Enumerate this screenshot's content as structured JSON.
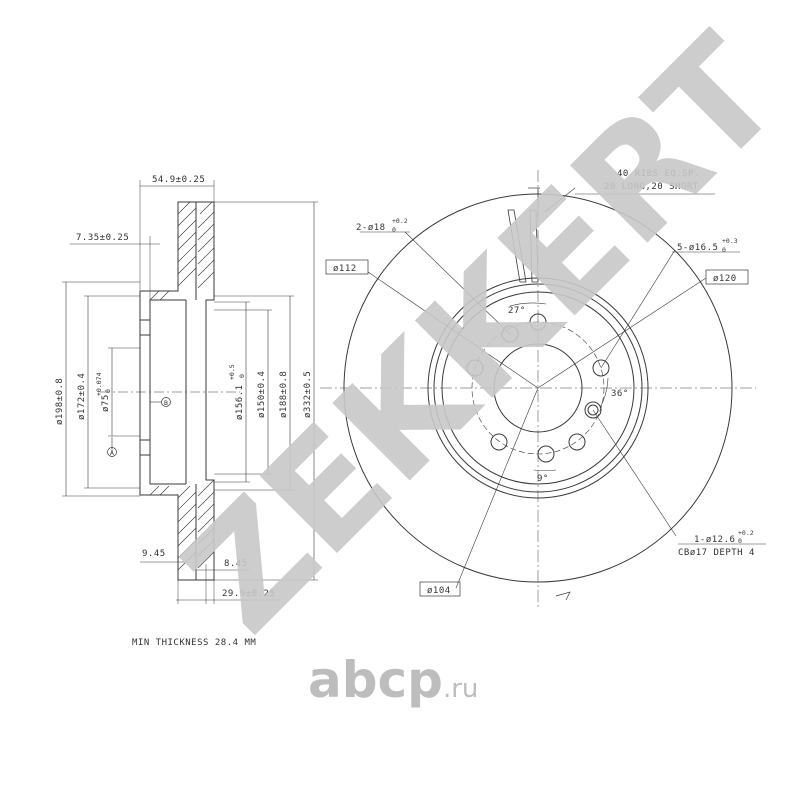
{
  "watermark": {
    "brand": "ZEKKERT",
    "site": "abcp",
    "site_tld": ".ru"
  },
  "colors": {
    "line": "#3a3a3a",
    "watermark": "#c8c8c8",
    "site": "#bdbdbd"
  },
  "side_view": {
    "dim_54_9": "54.9±0.25",
    "dim_7_35": "7.35±0.25",
    "dim_198": "ø198±0.8",
    "dim_172": "ø172±0.4",
    "dim_75": "ø75",
    "dim_75_tol_up": "+0.074",
    "dim_75_tol_dn": "0",
    "dim_156": "ø156.1",
    "dim_156_tol_up": "+0.5",
    "dim_156_tol_dn": "0",
    "dim_150": "ø150±0.4",
    "dim_188": "ø188±0.8",
    "dim_332": "ø332±0.5",
    "dim_9_45": "9.45",
    "dim_8_45": "8.45",
    "dim_29_9": "29.9±0.25",
    "datum_a": "A",
    "datum_b": "B",
    "min_thickness": "MIN THICKNESS 28.4 MM"
  },
  "front_view": {
    "ribs_line1": "40 RIBS EQ.SP.",
    "ribs_line2": "20 LONG,20 SHORT",
    "holes_2": "2-ø18",
    "holes_2_tol_up": "+0.2",
    "holes_2_tol_dn": "0",
    "holes_5": "5-ø16.5",
    "holes_5_tol_up": "+0.3",
    "holes_5_tol_dn": "0",
    "dia_112": "ø112",
    "dia_120": "ø120",
    "dia_104": "ø104",
    "angle_27": "27°",
    "angle_36": "36°",
    "angle_9": "9°",
    "hole_1": "1-ø12.6",
    "hole_1_tol_up": "+0.2",
    "hole_1_tol_dn": "0",
    "cb": "CBø17 DEPTH 4"
  }
}
